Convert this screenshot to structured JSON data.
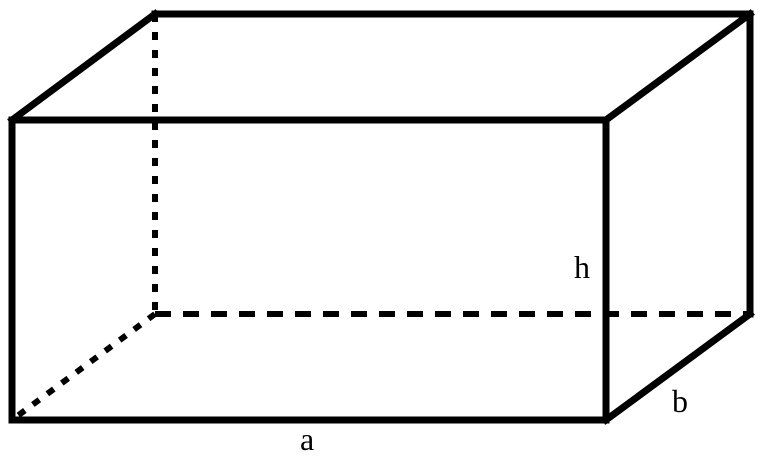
{
  "diagram": {
    "labels": {
      "length": "a",
      "width": "b",
      "height": "h"
    },
    "colors": {
      "stroke": "#000000",
      "background": "#ffffff"
    }
  }
}
